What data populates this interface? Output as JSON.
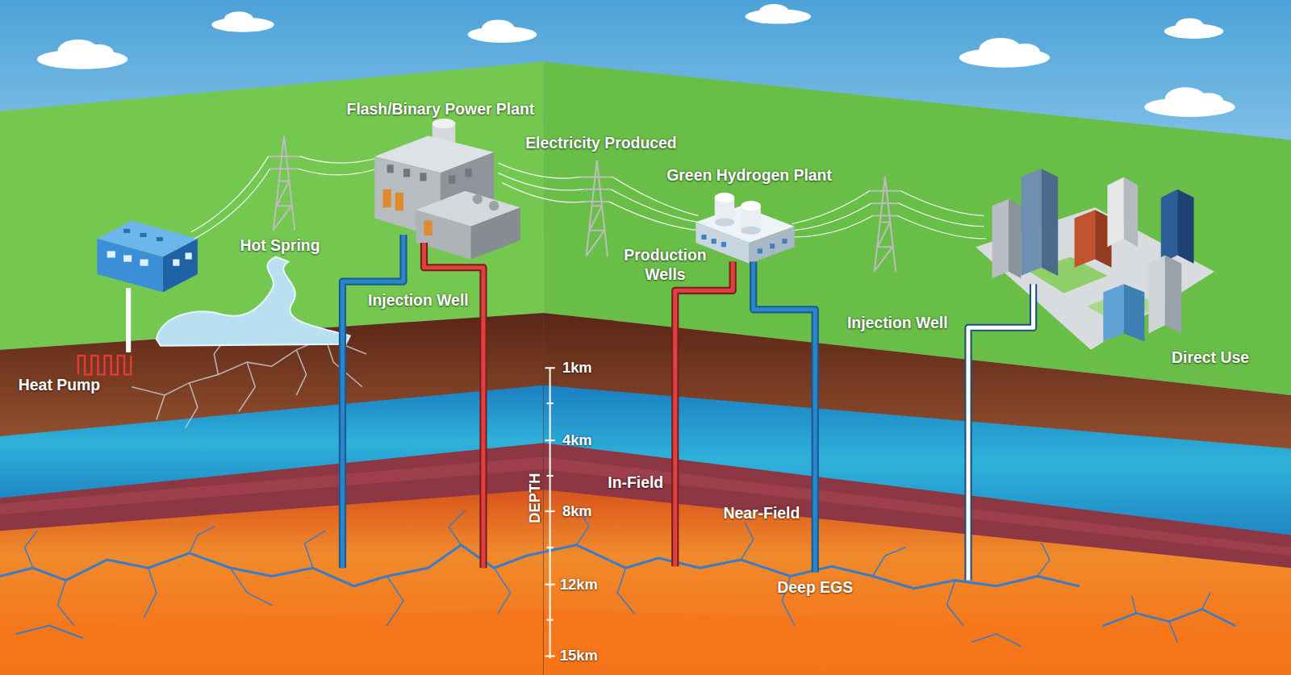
{
  "diagram": {
    "labels": [
      "Flash/Binary Power Plant",
      "Electricity Produced",
      "Green Hydrogen Plant",
      "Hot Spring",
      "Production Wells",
      "Injection Well",
      "Injection Well",
      "Heat Pump",
      "Direct Use",
      "1km",
      "4km",
      "In-Field",
      "DEPTH",
      "8km",
      "Near-Field",
      "12km",
      "Deep EGS",
      "15km"
    ]
  }
}
